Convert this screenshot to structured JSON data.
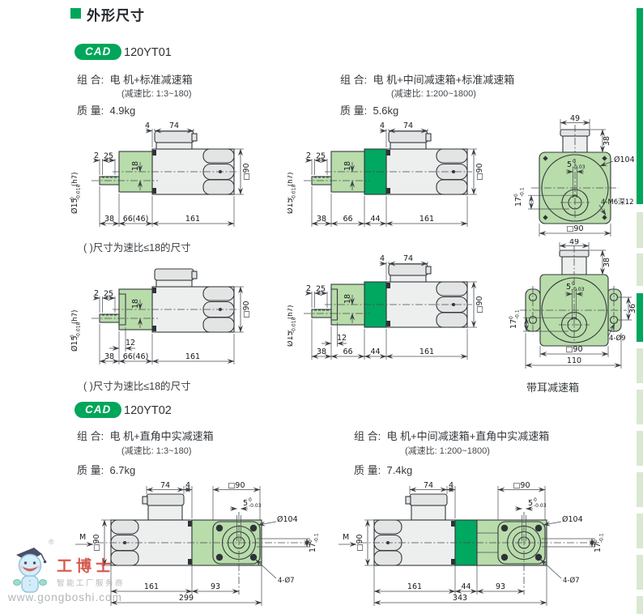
{
  "page": {
    "section_title": "外形尺寸"
  },
  "colors": {
    "brand_green": "#00a65a",
    "light_green": "#b9dcab",
    "dark_green": "#00a860"
  },
  "sections": {
    "s1": {
      "badge": "CAD",
      "model": "120YT01",
      "left": {
        "combo_label": "组 合:",
        "combo": "电 机+标准减速箱",
        "ratio": "(减速比: 1:3~180)",
        "mass_label": "质 量:",
        "mass": "4.9kg"
      },
      "right": {
        "combo_label": "组 合:",
        "combo": "电 机+中间减速箱+标准减速箱",
        "ratio": "(减速比: 1:200~1800)",
        "mass_label": "质 量:",
        "mass": "5.6kg"
      },
      "note": "( )尺寸为速比≤18的尺寸",
      "eared_caption": "带耳减速箱"
    },
    "s2": {
      "badge": "CAD",
      "model": "120YT02",
      "left": {
        "combo_label": "组 合:",
        "combo": "电 机+直角中实减速箱",
        "ratio": "(减速比: 1:3~180)",
        "mass_label": "质 量:",
        "mass": "6.7kg"
      },
      "right": {
        "combo_label": "组 合:",
        "combo": "电 机+中间减速箱+直角中实减速箱",
        "ratio": "(减速比: 1:200~1800)",
        "mass_label": "质 量:",
        "mass": "7.4kg"
      }
    }
  },
  "dims": {
    "d2": "2",
    "d4": "4",
    "d12": "12",
    "d18": "18",
    "d25": "25",
    "d36": "36",
    "d38": "38",
    "d44": "44",
    "d49": "49",
    "d66": "66",
    "d6646": "66(46)",
    "d74": "74",
    "d93": "93",
    "d110": "110",
    "d161": "161",
    "d299": "299",
    "d343": "343",
    "sq90": "□90",
    "dia104": "Ø104",
    "m": "M",
    "shaft": {
      "d": "Ø15",
      "up": "0",
      "dn": "-0.018",
      "fit": "(h7)"
    },
    "key": {
      "n": "5",
      "up": "0",
      "dn": "-0.03"
    },
    "k17": {
      "n": "17",
      "up": "0",
      "dn": "-0.1"
    },
    "m6": "4-M6深12",
    "h9": "4-Ø9",
    "h7": "4-Ø7"
  },
  "watermark": {
    "name": "工博士",
    "reg": "®",
    "tagline": "智能工厂服务商",
    "url": "www.gongboshi.com"
  }
}
